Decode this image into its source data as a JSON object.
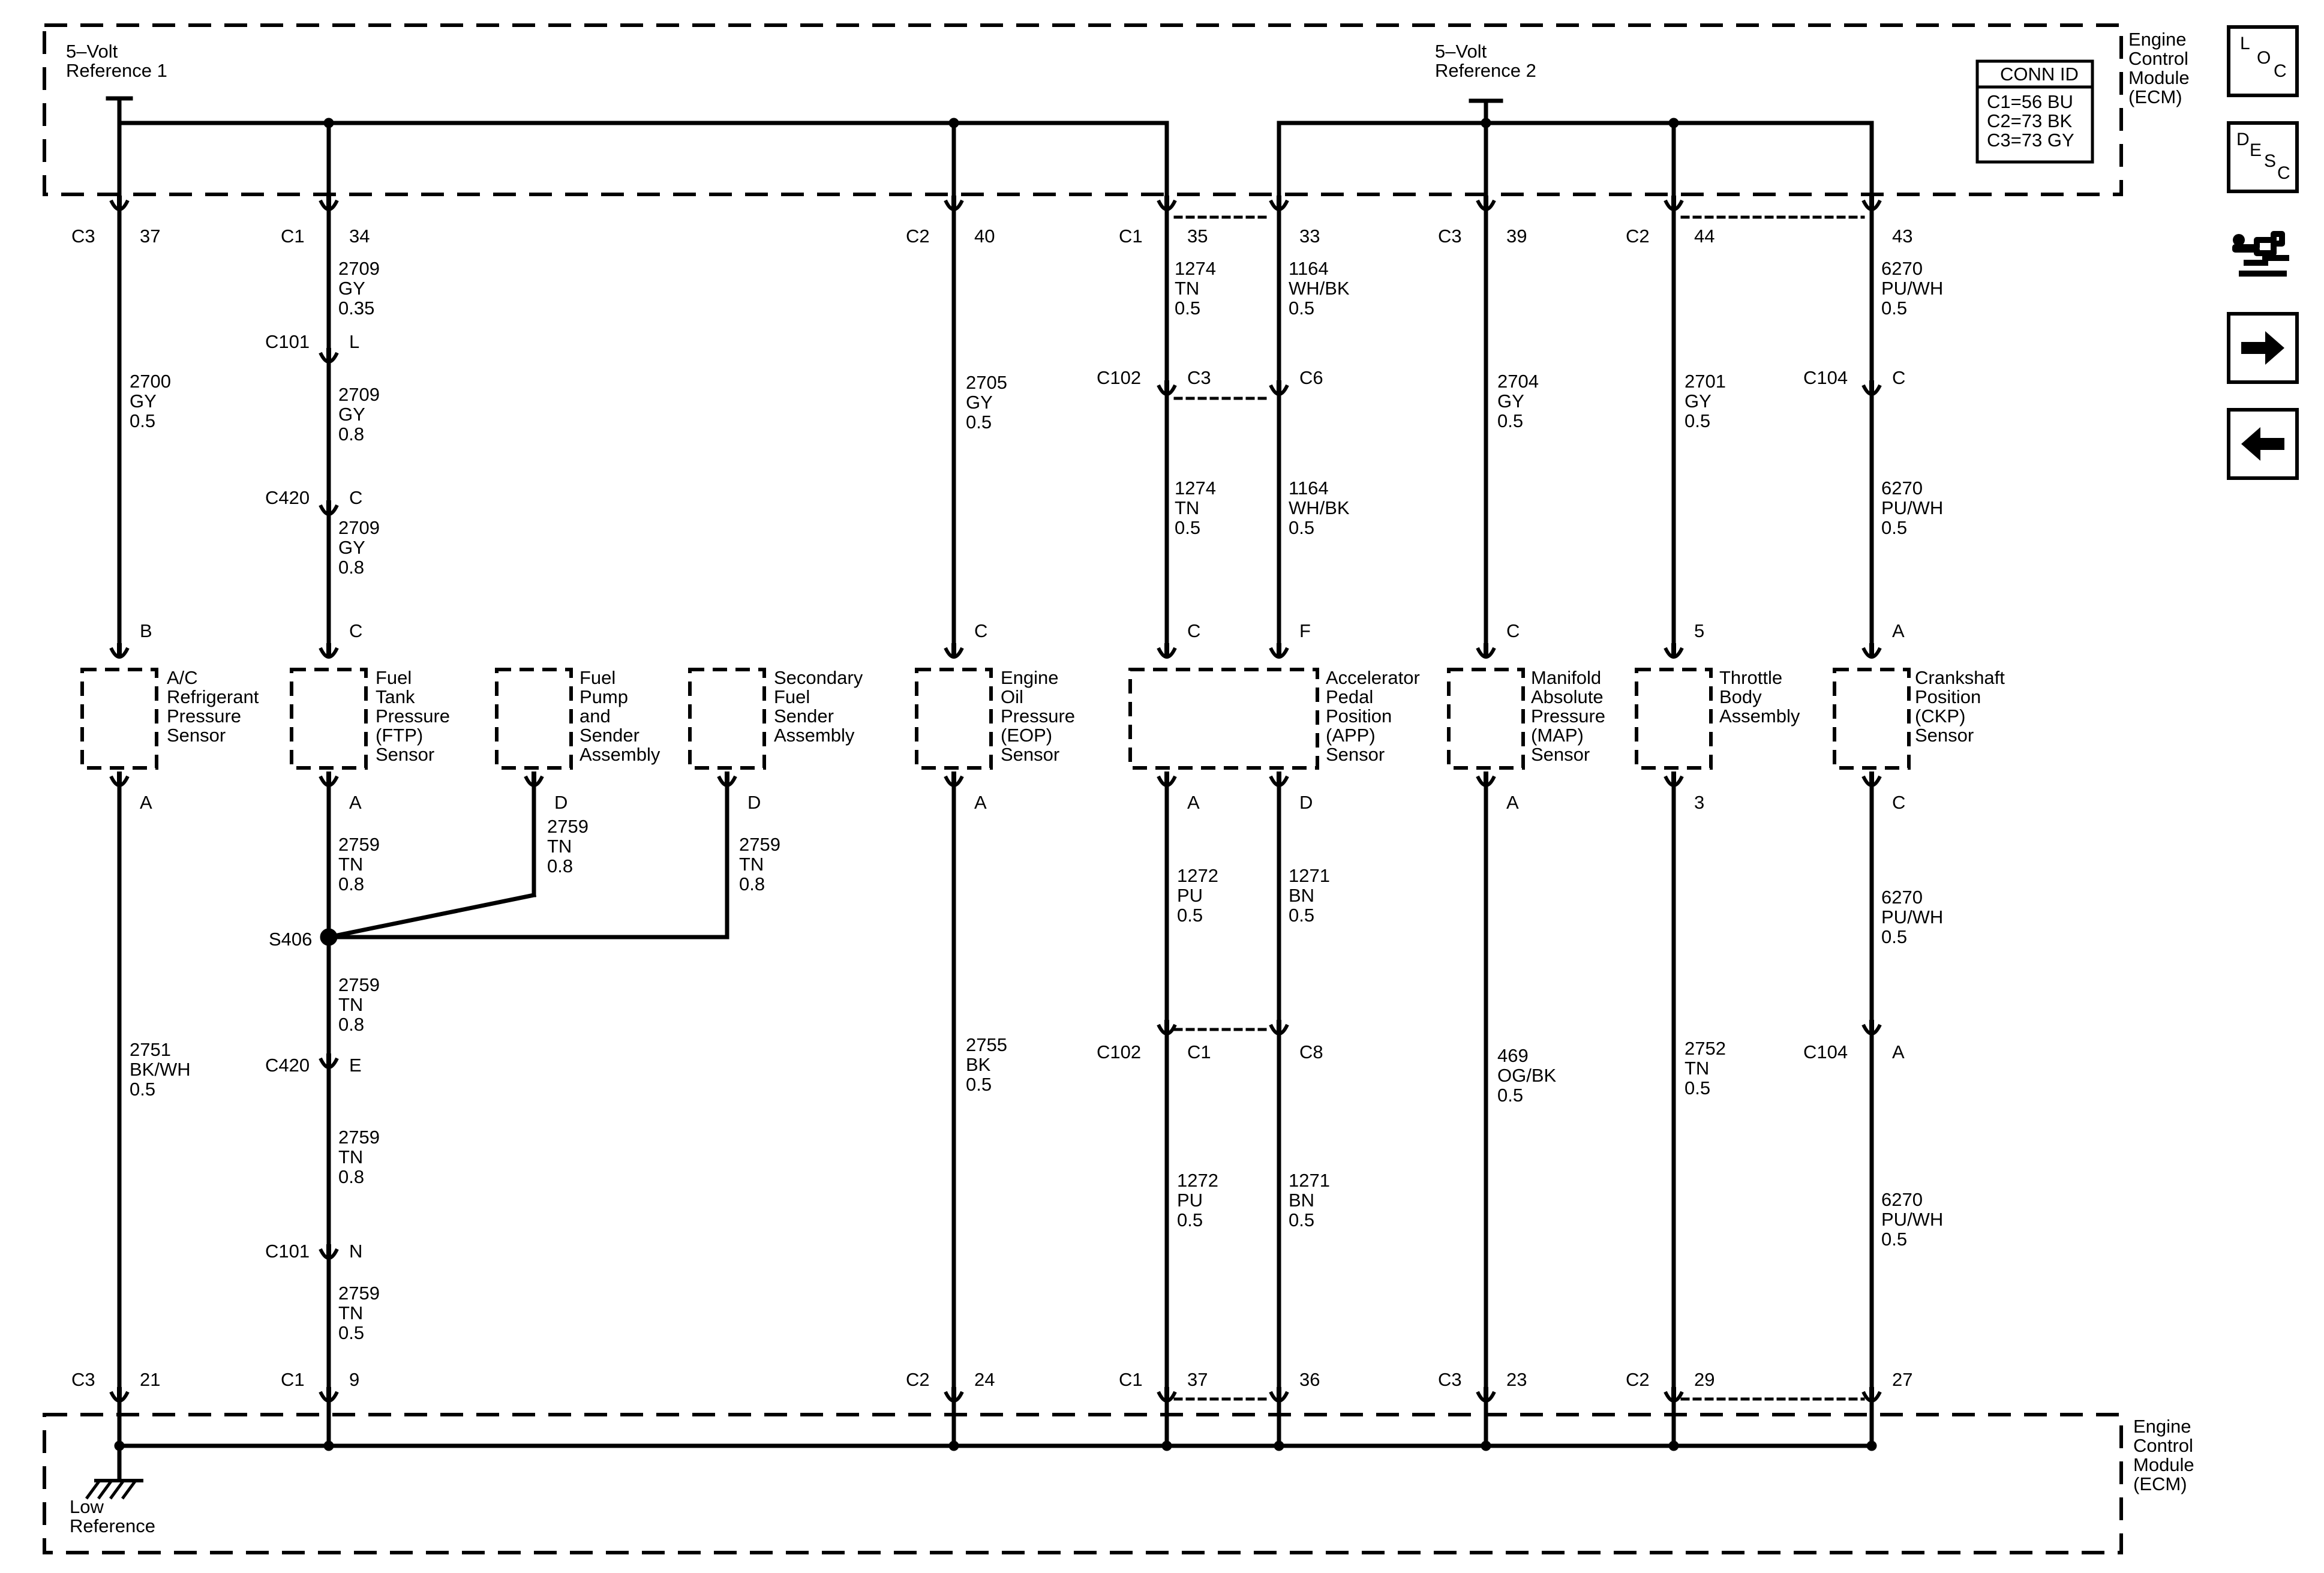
{
  "ecm": {
    "title_lines": [
      "Engine",
      "Control",
      "Module",
      "(ECM)"
    ]
  },
  "conn_id": {
    "header": "CONN ID",
    "lines": [
      "C1=56 BU",
      "C2=73 BK",
      "C3=73 GY"
    ]
  },
  "references": {
    "ref1": [
      "5–Volt",
      "Reference 1"
    ],
    "ref2": [
      "5–Volt",
      "Reference 2"
    ],
    "low": [
      "Low",
      "Reference"
    ]
  },
  "splice": "S406",
  "nav": {
    "loc": [
      "L",
      "O",
      "C"
    ],
    "desc": [
      "D",
      "E",
      "S",
      "C"
    ]
  },
  "columns": [
    {
      "id": "ac",
      "top_conn": "C3",
      "top_pin": "37",
      "bot_conn": "C3",
      "bot_pin": "21",
      "upper_wire": [
        "2700",
        "GY",
        "0.5"
      ],
      "sensor_top_pin": "B",
      "sensor": [
        "A/C",
        "Refrigerant",
        "Pressure",
        "Sensor"
      ],
      "sensor_bot_pin": "A",
      "lower_wire": [
        "2751",
        "BK/WH",
        "0.5"
      ]
    },
    {
      "id": "ftp",
      "top_conn": "C1",
      "top_pin": "34",
      "bot_conn": "C1",
      "bot_pin": "9",
      "upper_wires": [
        [
          "2709",
          "GY",
          "0.35"
        ],
        [
          "2709",
          "GY",
          "0.8"
        ],
        [
          "2709",
          "GY",
          "0.8"
        ]
      ],
      "inline_top": [
        {
          "conn": "C101",
          "pin": "L"
        },
        {
          "conn": "C420",
          "pin": "C"
        }
      ],
      "sensor_top_pin": "C",
      "sensor": [
        "Fuel",
        "Tank",
        "Pressure",
        "(FTP)",
        "Sensor"
      ],
      "sensor_bot_pin": "A",
      "lower_wires": [
        [
          "2759",
          "TN",
          "0.8"
        ],
        [
          "2759",
          "TN",
          "0.8"
        ],
        [
          "2759",
          "TN",
          "0.8"
        ],
        [
          "2759",
          "TN",
          "0.5"
        ]
      ],
      "inline_bot": [
        {
          "conn": "C420",
          "pin": "E"
        },
        {
          "conn": "C101",
          "pin": "N"
        }
      ]
    },
    {
      "id": "fpsa",
      "sensor": [
        "Fuel",
        "Pump",
        "and",
        "Sender",
        "Assembly"
      ],
      "pin": "D",
      "wire": [
        "2759",
        "TN",
        "0.8"
      ]
    },
    {
      "id": "sfsa",
      "sensor": [
        "Secondary",
        "Fuel",
        "Sender",
        "Assembly"
      ],
      "pin": "D",
      "wire": [
        "2759",
        "TN",
        "0.8"
      ]
    },
    {
      "id": "eop",
      "top_conn": "C2",
      "top_pin": "40",
      "bot_conn": "C2",
      "bot_pin": "24",
      "upper_wire": [
        "2705",
        "GY",
        "0.5"
      ],
      "sensor_top_pin": "C",
      "sensor": [
        "Engine",
        "Oil",
        "Pressure",
        "(EOP)",
        "Sensor"
      ],
      "sensor_bot_pin": "A",
      "lower_wire": [
        "2755",
        "BK",
        "0.5"
      ]
    },
    {
      "id": "app",
      "sensor": [
        "Accelerator",
        "Pedal",
        "Position",
        "(APP)",
        "Sensor"
      ],
      "left": {
        "top_conn": "C1",
        "top_pin": "35",
        "wire1": [
          "1274",
          "TN",
          "0.5"
        ],
        "mid_conn": "C102",
        "mid_pin": "C3",
        "wire2": [
          "1274",
          "TN",
          "0.5"
        ],
        "s_top": "C",
        "s_bot": "A",
        "wire3": [
          "1272",
          "PU",
          "0.5"
        ],
        "mid2_conn": "C102",
        "mid2_pin": "C1",
        "wire4": [
          "1272",
          "PU",
          "0.5"
        ],
        "bot_conn": "C1",
        "bot_pin": "37"
      },
      "right": {
        "top_pin": "33",
        "wire1": [
          "1164",
          "WH/BK",
          "0.5"
        ],
        "mid_pin": "C6",
        "wire2": [
          "1164",
          "WH/BK",
          "0.5"
        ],
        "s_top": "F",
        "s_bot": "D",
        "wire3": [
          "1271",
          "BN",
          "0.5"
        ],
        "mid2_pin": "C8",
        "wire4": [
          "1271",
          "BN",
          "0.5"
        ],
        "bot_pin": "36"
      }
    },
    {
      "id": "map",
      "top_conn": "C3",
      "top_pin": "39",
      "bot_conn": "C3",
      "bot_pin": "23",
      "upper_wire": [
        "2704",
        "GY",
        "0.5"
      ],
      "sensor_top_pin": "C",
      "sensor": [
        "Manifold",
        "Absolute",
        "Pressure",
        "(MAP)",
        "Sensor"
      ],
      "sensor_bot_pin": "A",
      "lower_wire": [
        "469",
        "OG/BK",
        "0.5"
      ]
    },
    {
      "id": "tb",
      "top_conn": "C2",
      "top_pin": "44",
      "bot_conn": "C2",
      "bot_pin": "29",
      "upper_wire": [
        "2701",
        "GY",
        "0.5"
      ],
      "sensor_top_pin": "5",
      "sensor": [
        "Throttle",
        "Body",
        "Assembly"
      ],
      "sensor_bot_pin": "3",
      "lower_wire": [
        "2752",
        "TN",
        "0.5"
      ]
    },
    {
      "id": "ckp",
      "top_pin": "43",
      "bot_pin": "27",
      "wire1": [
        "6270",
        "PU/WH",
        "0.5"
      ],
      "c104a": {
        "conn": "C104",
        "pin": "C"
      },
      "wire2": [
        "6270",
        "PU/WH",
        "0.5"
      ],
      "sensor_top_pin": "A",
      "sensor": [
        "Crankshaft",
        "Position",
        "(CKP)",
        "Sensor"
      ],
      "sensor_bot_pin": "C",
      "wire3": [
        "6270",
        "PU/WH",
        "0.5"
      ],
      "c104b": {
        "conn": "C104",
        "pin": "A"
      },
      "wire4": [
        "6270",
        "PU/WH",
        "0.5"
      ]
    }
  ]
}
